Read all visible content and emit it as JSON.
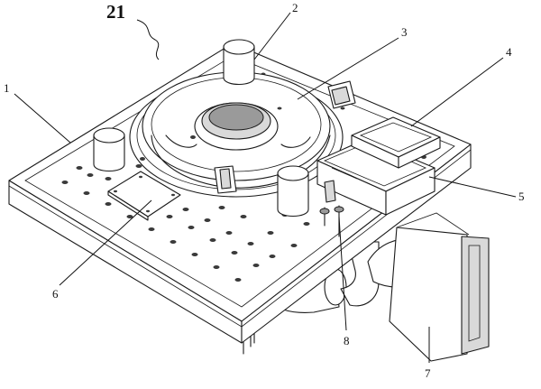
{
  "figure_label": "21",
  "callouts": [
    {
      "id": "1",
      "text": "1"
    },
    {
      "id": "2",
      "text": "2"
    },
    {
      "id": "3",
      "text": "3"
    },
    {
      "id": "4",
      "text": "4"
    },
    {
      "id": "5",
      "text": "5"
    },
    {
      "id": "6",
      "text": "6"
    },
    {
      "id": "7",
      "text": "7"
    },
    {
      "id": "8",
      "text": "8"
    }
  ]
}
